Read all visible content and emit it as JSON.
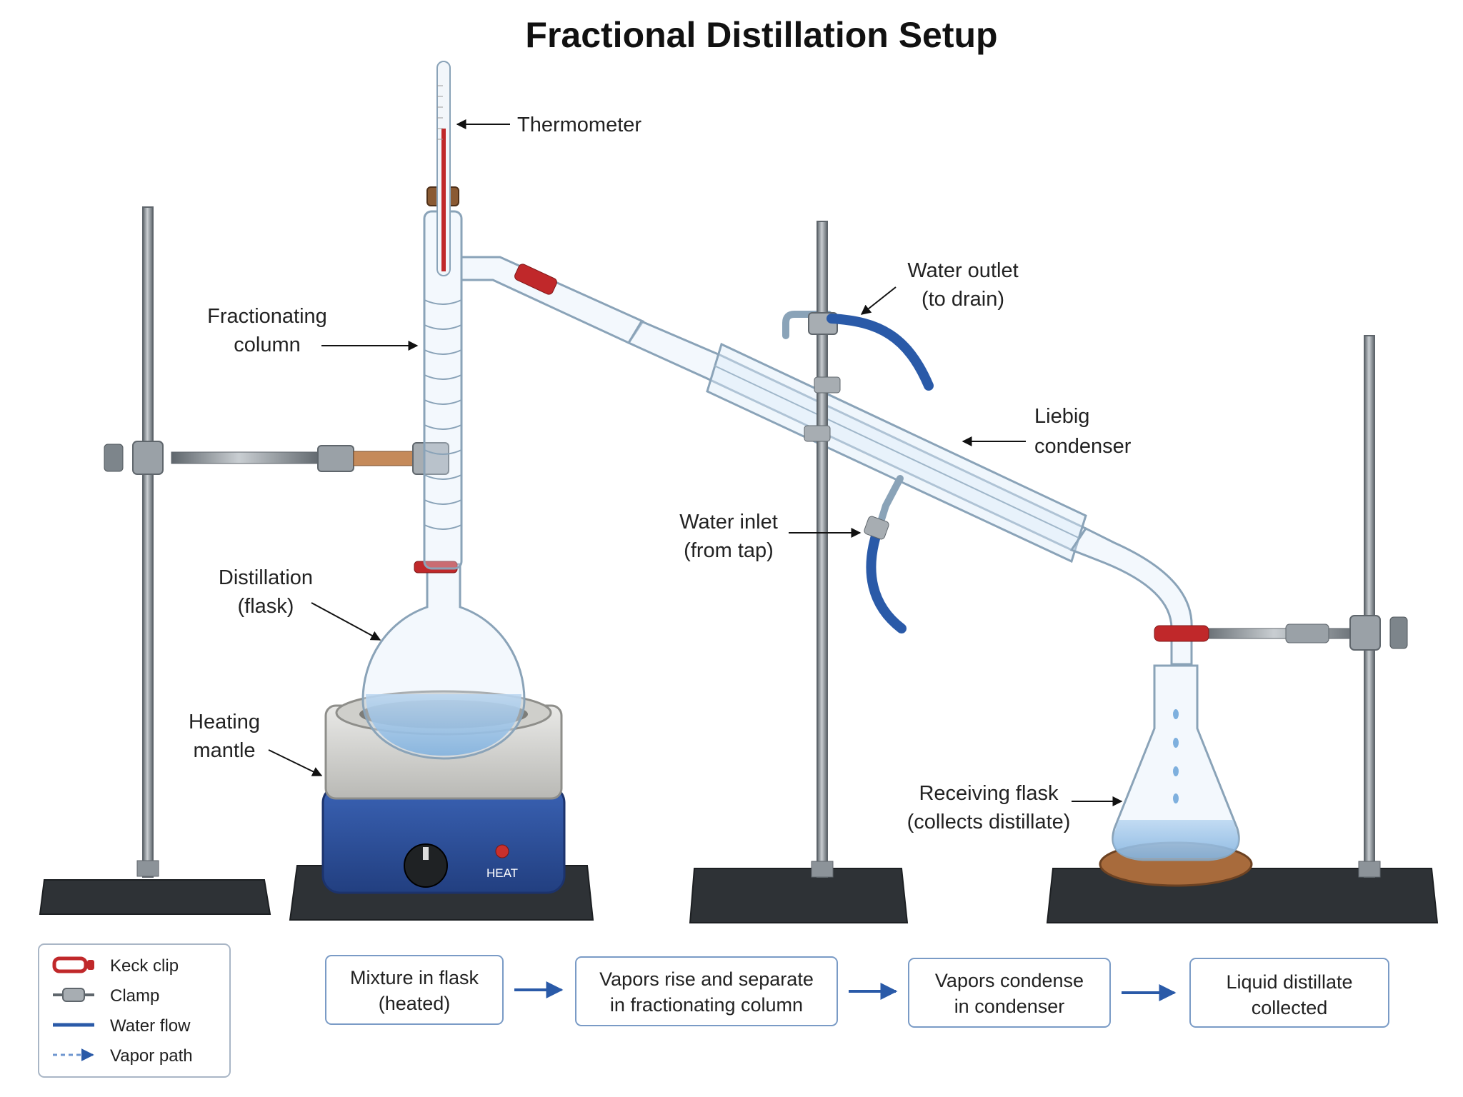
{
  "title": "Fractional Distillation Setup",
  "labels": {
    "thermometer": "Thermometer",
    "fractionating_column": [
      "Fractionating",
      "column"
    ],
    "distillation_flask": [
      "Distillation",
      "(flask)"
    ],
    "heating_mantle": [
      "Heating",
      "mantle"
    ],
    "water_outlet": [
      "Water outlet",
      "(to drain)"
    ],
    "liebig_condenser": [
      "Liebig",
      "condenser"
    ],
    "water_inlet": [
      "Water inlet",
      "(from tap)"
    ],
    "receiving_flask": [
      "Receiving flask",
      "(collects distillate)"
    ]
  },
  "mantle_heat_label": "HEAT",
  "legend": [
    {
      "label": "Keck clip",
      "icon": "keck-clip-icon"
    },
    {
      "label": "Clamp",
      "icon": "clamp-icon"
    },
    {
      "label": "Water flow",
      "icon": "water-flow-line-icon"
    },
    {
      "label": "Vapor path",
      "icon": "vapor-path-arrow-icon"
    }
  ],
  "flow_steps": [
    [
      "Mixture in flask",
      "(heated)"
    ],
    [
      "Vapors rise and separate",
      "in fractionating column"
    ],
    [
      "Vapors condense",
      "in condenser"
    ],
    [
      "Liquid distillate",
      "collected"
    ]
  ],
  "colors": {
    "water_blue": "#2a5aa8",
    "keck_red": "#c0282a",
    "mantle_blue": "#2f52a0",
    "flow_border": "#7a9bc6",
    "arrow_blue": "#2a5aa8"
  }
}
